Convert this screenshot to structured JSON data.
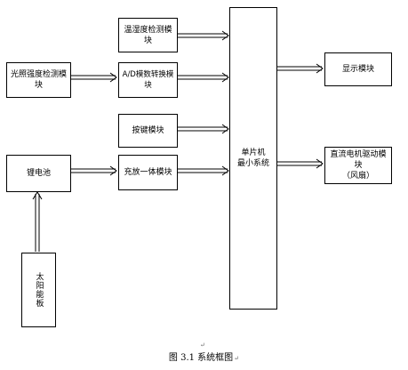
{
  "diagram": {
    "modules": {
      "temp_humidity": "温湿度检测模块",
      "light_sensor": "光照强度检测模块",
      "ad_converter": "A/D模数转换模块",
      "keypad": "按键模块",
      "battery": "锂电池",
      "charger": "充放一体模块",
      "solar": "太阳能板",
      "mcu_line1": "单片机",
      "mcu_line2": "最小系统",
      "display": "显示模块",
      "motor_line1": "直流电机驱动模块",
      "motor_line2": "（风扇）"
    },
    "caption": "图 3.1 系统框图",
    "para_mark": "↵"
  }
}
